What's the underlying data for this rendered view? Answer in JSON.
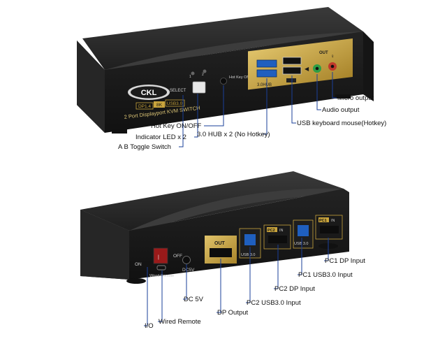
{
  "colors": {
    "body_dark": "#1b1b1b",
    "body_top": "#2a2a2a",
    "gold": "#c9a43c",
    "usb_blue": "#1f5fbf",
    "callout_line": "#1a3f9a",
    "mic_red": "#c0392b",
    "audio_green": "#2e9e45"
  },
  "front_panel": {
    "brand": "CKL",
    "spec_badges": [
      "DP1.4",
      "8K",
      "USB3.0"
    ],
    "model_label": "2 Port Displayport KVM SWITCH",
    "select_label": "SELECT",
    "port_a": "1",
    "port_b": "2",
    "hotkey_button_label": "Hot Key ON/OFF",
    "hub_label": "3.0HUB",
    "audio_out_label": "OUT"
  },
  "front_callouts": [
    {
      "text": "Micro output"
    },
    {
      "text": "Audio output"
    },
    {
      "text": "USB keyboard mouse(Hotkey)"
    },
    {
      "text": "Hot Key ON/OFF"
    },
    {
      "text": "3.0 HUB x 2 (No Hotkey)"
    },
    {
      "text": "Indicator LED x 2"
    },
    {
      "text": "A B Toggle Switch"
    }
  ],
  "back_panel": {
    "power_on_label": "ON",
    "power_off_label": "OFF",
    "dc_label": "DC5V",
    "wired_remote_label": "Wired Remote",
    "out_label": "OUT",
    "usb_label_1": "USB 3.0",
    "pc2_label": "PC2",
    "pc2_in_label": "IN",
    "usb_label_2": "USB 3.0",
    "pc1_label": "PC1",
    "pc1_in_label": "IN"
  },
  "back_callouts": [
    {
      "text": "PC1 DP Input"
    },
    {
      "text": "PC1 USB3.0 Input"
    },
    {
      "text": "PC2 DP Input"
    },
    {
      "text": "PC2 USB3.0 Input"
    },
    {
      "text": "DP Output"
    },
    {
      "text": "DC 5V"
    },
    {
      "text": "Wired Remote"
    },
    {
      "text": "I/O"
    }
  ]
}
